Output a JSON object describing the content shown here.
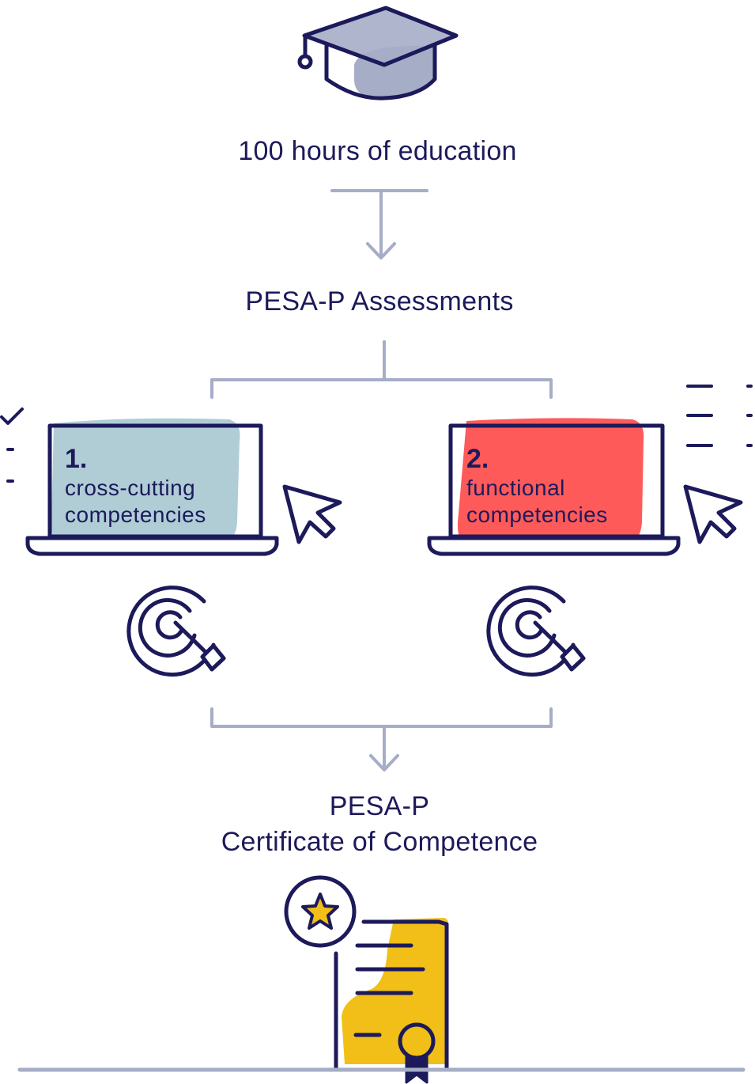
{
  "steps": {
    "education": "100 hours of education",
    "assessments": "PESA-P Assessments",
    "certificate_line1": "PESA-P",
    "certificate_line2": "Certificate of Competence"
  },
  "cards": [
    {
      "number": "1.",
      "line1": "cross-cutting",
      "line2": "competencies"
    },
    {
      "number": "2.",
      "line1": "functional",
      "line2": "competencies"
    }
  ],
  "colors": {
    "ink": "#1c1a5a",
    "connector": "#a6adc7",
    "card1_fill": "#b0cdd6",
    "card2_fill": "#ff5a5a",
    "cap_fill": "#a6adc7",
    "certificate_fill": "#f1bf17"
  },
  "icons": [
    "graduation-cap-icon",
    "laptop-icon",
    "cursor-icon",
    "target-icon",
    "checklist-icon",
    "list-icon",
    "certificate-icon",
    "star-icon",
    "ribbon-icon"
  ]
}
